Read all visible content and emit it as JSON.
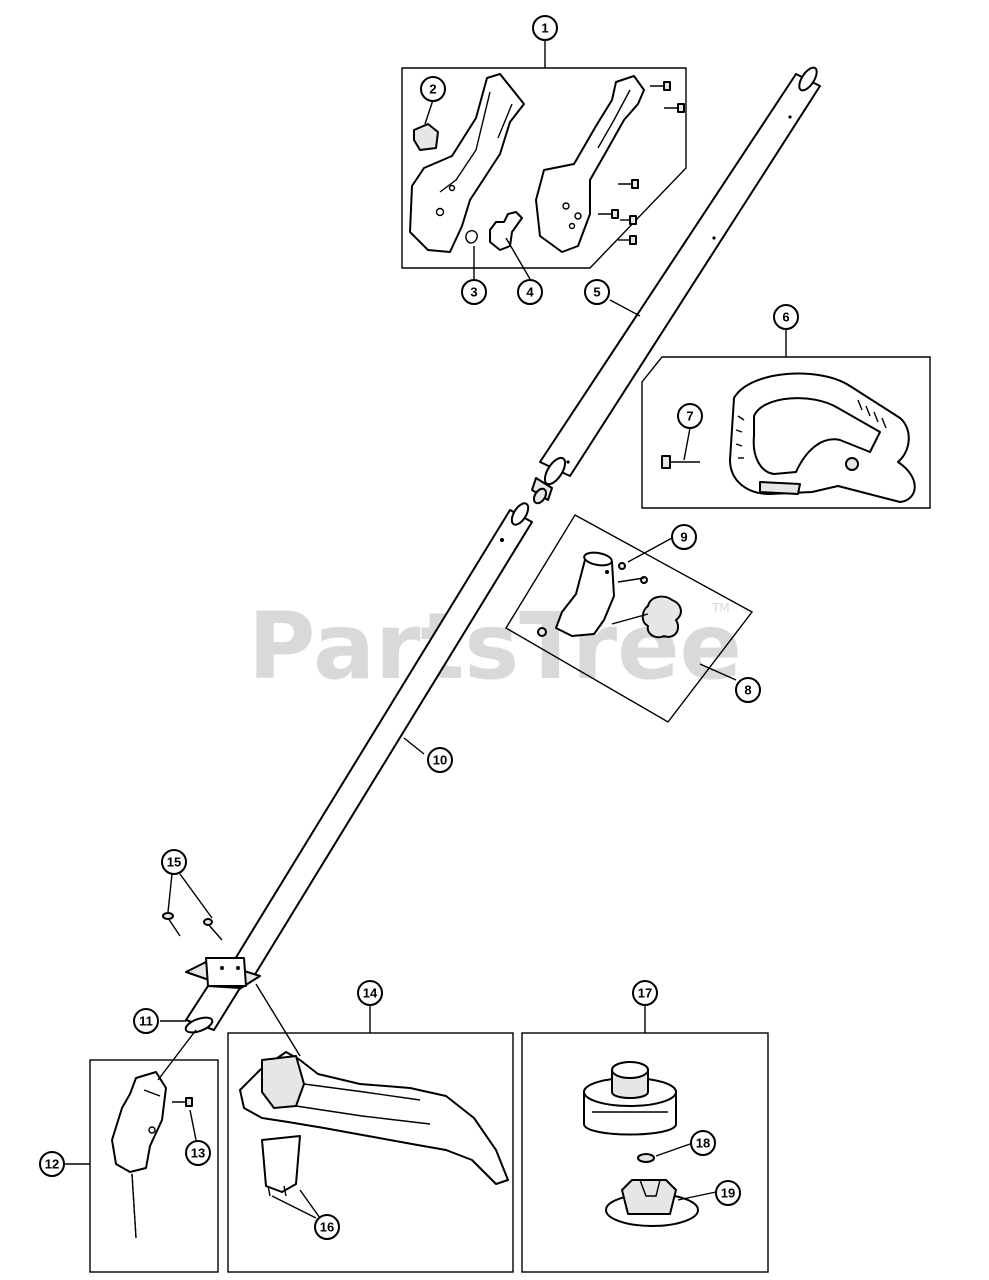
{
  "watermark": {
    "text": "PartsTree",
    "trademark": "TM"
  },
  "callouts": [
    {
      "id": "1",
      "label": "1"
    },
    {
      "id": "2",
      "label": "2"
    },
    {
      "id": "3",
      "label": "3"
    },
    {
      "id": "4",
      "label": "4"
    },
    {
      "id": "5",
      "label": "5"
    },
    {
      "id": "6",
      "label": "6"
    },
    {
      "id": "7",
      "label": "7"
    },
    {
      "id": "8",
      "label": "8"
    },
    {
      "id": "9",
      "label": "9"
    },
    {
      "id": "10",
      "label": "10"
    },
    {
      "id": "11",
      "label": "11"
    },
    {
      "id": "12",
      "label": "12"
    },
    {
      "id": "13",
      "label": "13"
    },
    {
      "id": "14",
      "label": "14"
    },
    {
      "id": "15",
      "label": "15"
    },
    {
      "id": "16",
      "label": "16"
    },
    {
      "id": "17",
      "label": "17"
    },
    {
      "id": "18",
      "label": "18"
    },
    {
      "id": "19",
      "label": "19"
    }
  ]
}
